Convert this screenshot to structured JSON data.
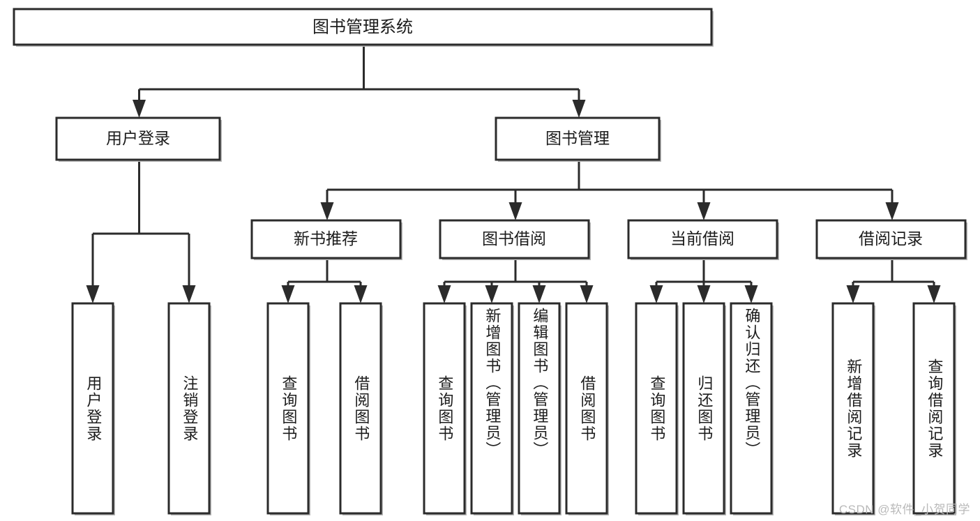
{
  "diagram": {
    "title": "图书管理系统",
    "type": "tree",
    "orientation": "top-down",
    "colors": {
      "box_border": "#2b2b2b",
      "box_fill": "#ffffff",
      "connector": "#2b2b2b",
      "shadow": "#b7b7b7",
      "text": "#1c1c1c",
      "watermark": "#b9b9b9",
      "background": "#ffffff"
    },
    "levels": {
      "root": {
        "label": "图书管理系统"
      },
      "level2": [
        {
          "id": "user-login",
          "label": "用户登录"
        },
        {
          "id": "book-management",
          "label": "图书管理"
        }
      ],
      "level3": [
        {
          "id": "new-book-recommend",
          "label": "新书推荐",
          "parent": "book-management"
        },
        {
          "id": "book-borrow",
          "label": "图书借阅",
          "parent": "book-management"
        },
        {
          "id": "current-borrow",
          "label": "当前借阅",
          "parent": "book-management"
        },
        {
          "id": "borrow-record",
          "label": "借阅记录",
          "parent": "book-management"
        }
      ],
      "leaves": [
        {
          "id": "leaf-user-login",
          "label": "用户登录",
          "parent": "user-login"
        },
        {
          "id": "leaf-user-logout",
          "label": "注销登录",
          "parent": "user-login"
        },
        {
          "id": "leaf-query-book-1",
          "label": "查询图书",
          "parent": "new-book-recommend"
        },
        {
          "id": "leaf-borrow-book-1",
          "label": "借阅图书",
          "parent": "new-book-recommend"
        },
        {
          "id": "leaf-query-book-2",
          "label": "查询图书",
          "parent": "book-borrow"
        },
        {
          "id": "leaf-add-book",
          "label": "新增图书（管理员）",
          "parent": "book-borrow"
        },
        {
          "id": "leaf-edit-book",
          "label": "编辑图书（管理员）",
          "parent": "book-borrow"
        },
        {
          "id": "leaf-borrow-book-2",
          "label": "借阅图书",
          "parent": "book-borrow"
        },
        {
          "id": "leaf-query-book-3",
          "label": "查询图书",
          "parent": "current-borrow"
        },
        {
          "id": "leaf-return-book",
          "label": "归还图书",
          "parent": "current-borrow"
        },
        {
          "id": "leaf-confirm-return",
          "label": "确认归还（管理员）",
          "parent": "current-borrow"
        },
        {
          "id": "leaf-add-record",
          "label": "新增借阅记录",
          "parent": "borrow-record"
        },
        {
          "id": "leaf-query-record",
          "label": "查询借阅记录",
          "parent": "borrow-record"
        }
      ]
    }
  },
  "watermark": {
    "text": "CSDN @软件_小贺同学"
  }
}
